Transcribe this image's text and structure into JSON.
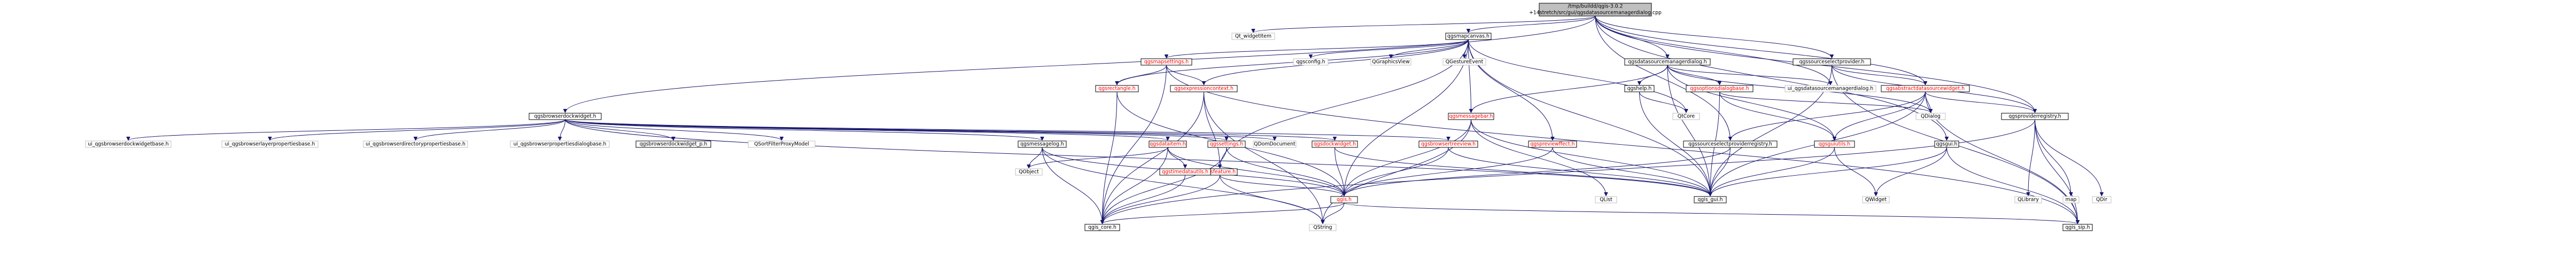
{
  "title_path": [
    "/tmp/buildd/qgis-3.0.2",
    "+14stretch/src/gui/qgsdatasourcemanagerdialog.cpp"
  ],
  "colors": {
    "root_fill": "#bfbfbf",
    "node_fill": "#ffffff",
    "edge": "#191970",
    "red_text": "#ff0000",
    "black_text": "#000000",
    "grey_text": "#000000"
  },
  "nodes": {
    "root": {
      "lines": [
        "/tmp/buildd/qgis-3.0.2",
        "+14stretch/src/gui/qgsdatasourcemanagerdialog.cpp"
      ],
      "kind": "root"
    },
    "qt_widgetitem": {
      "lines": [
        "Qt_widgetItem"
      ],
      "kind": "grey"
    },
    "qgsmapcanvas": {
      "lines": [
        "qgsmapcanvas.h"
      ],
      "kind": "boxed"
    },
    "qgsbrowserdockwidget": {
      "lines": [
        "qgsbrowserdockwidget.h"
      ],
      "kind": "boxed"
    },
    "qgsdatasourcemanagerdialog": {
      "lines": [
        "qgsdatasourcemanagerdialog.h"
      ],
      "kind": "boxed"
    },
    "qgssourceselectprovider": {
      "lines": [
        "qgssourceselectprovider.h"
      ],
      "kind": "boxed"
    },
    "qgsmapsettings": {
      "lines": [
        "qgsmapsettings.h"
      ],
      "kind": "red"
    },
    "qgsconfig": {
      "lines": [
        "qgsconfig.h"
      ],
      "kind": "grey"
    },
    "qgraphicsview": {
      "lines": [
        "QGraphicsView"
      ],
      "kind": "grey"
    },
    "qgesturevent": {
      "lines": [
        "QGestureEvent"
      ],
      "kind": "grey"
    },
    "qgshelp": {
      "lines": [
        "qgshelp.h"
      ],
      "kind": "boxed"
    },
    "qgsoptionsdialogbase": {
      "lines": [
        "qgsoptionsdialogbase.h"
      ],
      "kind": "red"
    },
    "ui_datasourcemanager": {
      "lines": [
        "ui_qgsdatasourcemanagerdialog.h"
      ],
      "kind": "grey"
    },
    "qgsabstractdatasource": {
      "lines": [
        "qgsabstractdatasourcewidget.h"
      ],
      "kind": "red"
    },
    "qgsrectangle": {
      "lines": [
        "qgsrectangle.h"
      ],
      "kind": "red"
    },
    "qgsexpressioncontext": {
      "lines": [
        "qgsexpressioncontext.h"
      ],
      "kind": "red"
    },
    "qgsmessagebar": {
      "lines": [
        "qgsmessagebar.h"
      ],
      "kind": "red"
    },
    "qgsguiutils": {
      "lines": [
        "qgsguiutils.h"
      ],
      "kind": "red"
    },
    "qgsgui": {
      "lines": [
        "qgsgui.h"
      ],
      "kind": "boxed"
    },
    "qgsproviderregistry": {
      "lines": [
        "qgsproviderregistry.h"
      ],
      "kind": "boxed"
    },
    "ui_browserdockwidgetbase": {
      "lines": [
        "ui_qgsbrowserdockwidgetbase.h"
      ],
      "kind": "grey"
    },
    "ui_browserlayerprops": {
      "lines": [
        "ui_qgsbrowserlayerpropertiesbase.h"
      ],
      "kind": "grey"
    },
    "ui_browserdirprops": {
      "lines": [
        "ui_qgsbrowserdirectorypropertiesbase.h"
      ],
      "kind": "grey"
    },
    "ui_browserpropsdialog": {
      "lines": [
        "ui_qgsbrowserpropertiesdialogbase.h"
      ],
      "kind": "grey"
    },
    "qgsbrowserdockwidget_p": {
      "lines": [
        "qgsbrowserdockwidget_p.h"
      ],
      "kind": "boxed"
    },
    "qsortfilterproxymodel": {
      "lines": [
        "QSortFilterProxyModel"
      ],
      "kind": "grey"
    },
    "qgsmessagelog": {
      "lines": [
        "qgsmessagelog.h"
      ],
      "kind": "boxed"
    },
    "qgsdataitem": {
      "lines": [
        "qgsdataitem.h"
      ],
      "kind": "red"
    },
    "qgssettings": {
      "lines": [
        "qgssettings.h"
      ],
      "kind": "red"
    },
    "qdomdocument": {
      "lines": [
        "QDomDocument"
      ],
      "kind": "grey"
    },
    "qgsdockwidget": {
      "lines": [
        "qgsdockwidget.h"
      ],
      "kind": "red"
    },
    "qgsfeature": {
      "lines": [
        "qgsfeature.h"
      ],
      "kind": "red"
    },
    "qgsbrowsertreeview": {
      "lines": [
        "qgsbrowsertreeview.h"
      ],
      "kind": "red"
    },
    "qgspreviewffect": {
      "lines": [
        "qgspreviewffect.h"
      ],
      "kind": "red"
    },
    "qgssourceselectproviderregistry": {
      "lines": [
        "qgssourceselectproviderregistry.h"
      ],
      "kind": "boxed"
    },
    "qtcore": {
      "lines": [
        "QtCore"
      ],
      "kind": "grey"
    },
    "qdialog": {
      "lines": [
        "QDialog"
      ],
      "kind": "grey"
    },
    "qobject": {
      "lines": [
        "QObject"
      ],
      "kind": "grey"
    },
    "qgstimedatautils": {
      "lines": [
        "qgstimedatautils.h"
      ],
      "kind": "red"
    },
    "qgis_h": {
      "lines": [
        "qgis.h"
      ],
      "kind": "red"
    },
    "qlist": {
      "lines": [
        "QList"
      ],
      "kind": "grey"
    },
    "qgis_gui": {
      "lines": [
        "qgis_gui.h"
      ],
      "kind": "boxed"
    },
    "qwidget": {
      "lines": [
        "QWidget"
      ],
      "kind": "grey"
    },
    "qlibrary": {
      "lines": [
        "QLibrary"
      ],
      "kind": "grey"
    },
    "map": {
      "lines": [
        "map"
      ],
      "kind": "grey"
    },
    "qdir": {
      "lines": [
        "QDir"
      ],
      "kind": "grey"
    },
    "qgis_core": {
      "lines": [
        "qgis_core.h"
      ],
      "kind": "boxed"
    },
    "qstring": {
      "lines": [
        "QString"
      ],
      "kind": "grey"
    },
    "qgis_sip": {
      "lines": [
        "qgis_sip.h"
      ],
      "kind": "boxed"
    }
  }
}
